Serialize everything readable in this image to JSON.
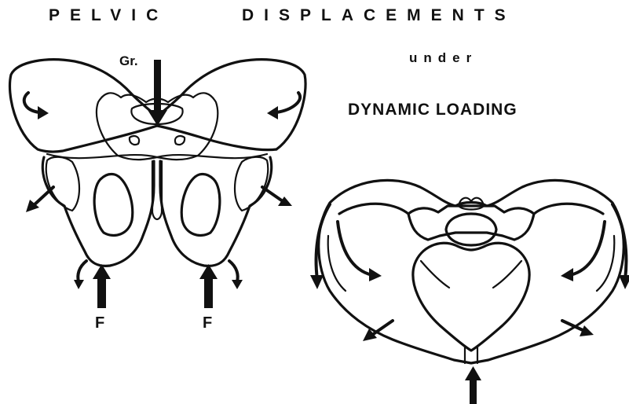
{
  "title": {
    "word1": "PELVIC",
    "word2": "DISPLACEMENTS"
  },
  "subtitle": {
    "connector": "under",
    "main": "DYNAMIC LOADING"
  },
  "labels": {
    "gravity": "Gr.",
    "force_left": "F",
    "force_right": "F"
  },
  "colors": {
    "ink": "#111111",
    "background": "#ffffff"
  }
}
